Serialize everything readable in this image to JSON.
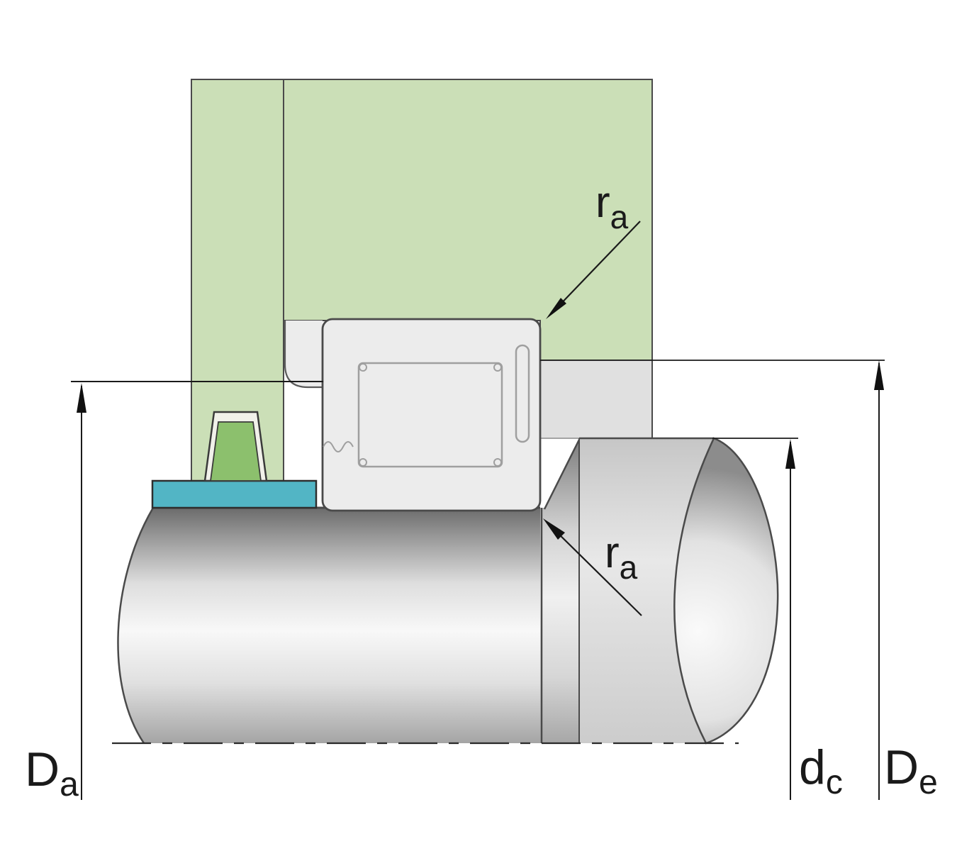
{
  "diagram": {
    "kind": "bearing-mounting-cross-section",
    "labels": {
      "Da": {
        "main": "D",
        "sub": "a"
      },
      "dc": {
        "main": "d",
        "sub": "c"
      },
      "De": {
        "main": "D",
        "sub": "e"
      },
      "ra_top": {
        "main": "r",
        "sub": "a"
      },
      "ra_bottom": {
        "main": "r",
        "sub": "a"
      }
    },
    "colors": {
      "housing_green": "#cbdfb7",
      "seal_green": "#8cc06d",
      "spacer_teal": "#52b5c5",
      "bearing_gray": "#ececec",
      "recess_gray": "#ececec",
      "upper_step_gray": "#e0e0e0",
      "outline_dark": "#4a4a4a",
      "dimension_line": "#1a1a1a"
    }
  }
}
